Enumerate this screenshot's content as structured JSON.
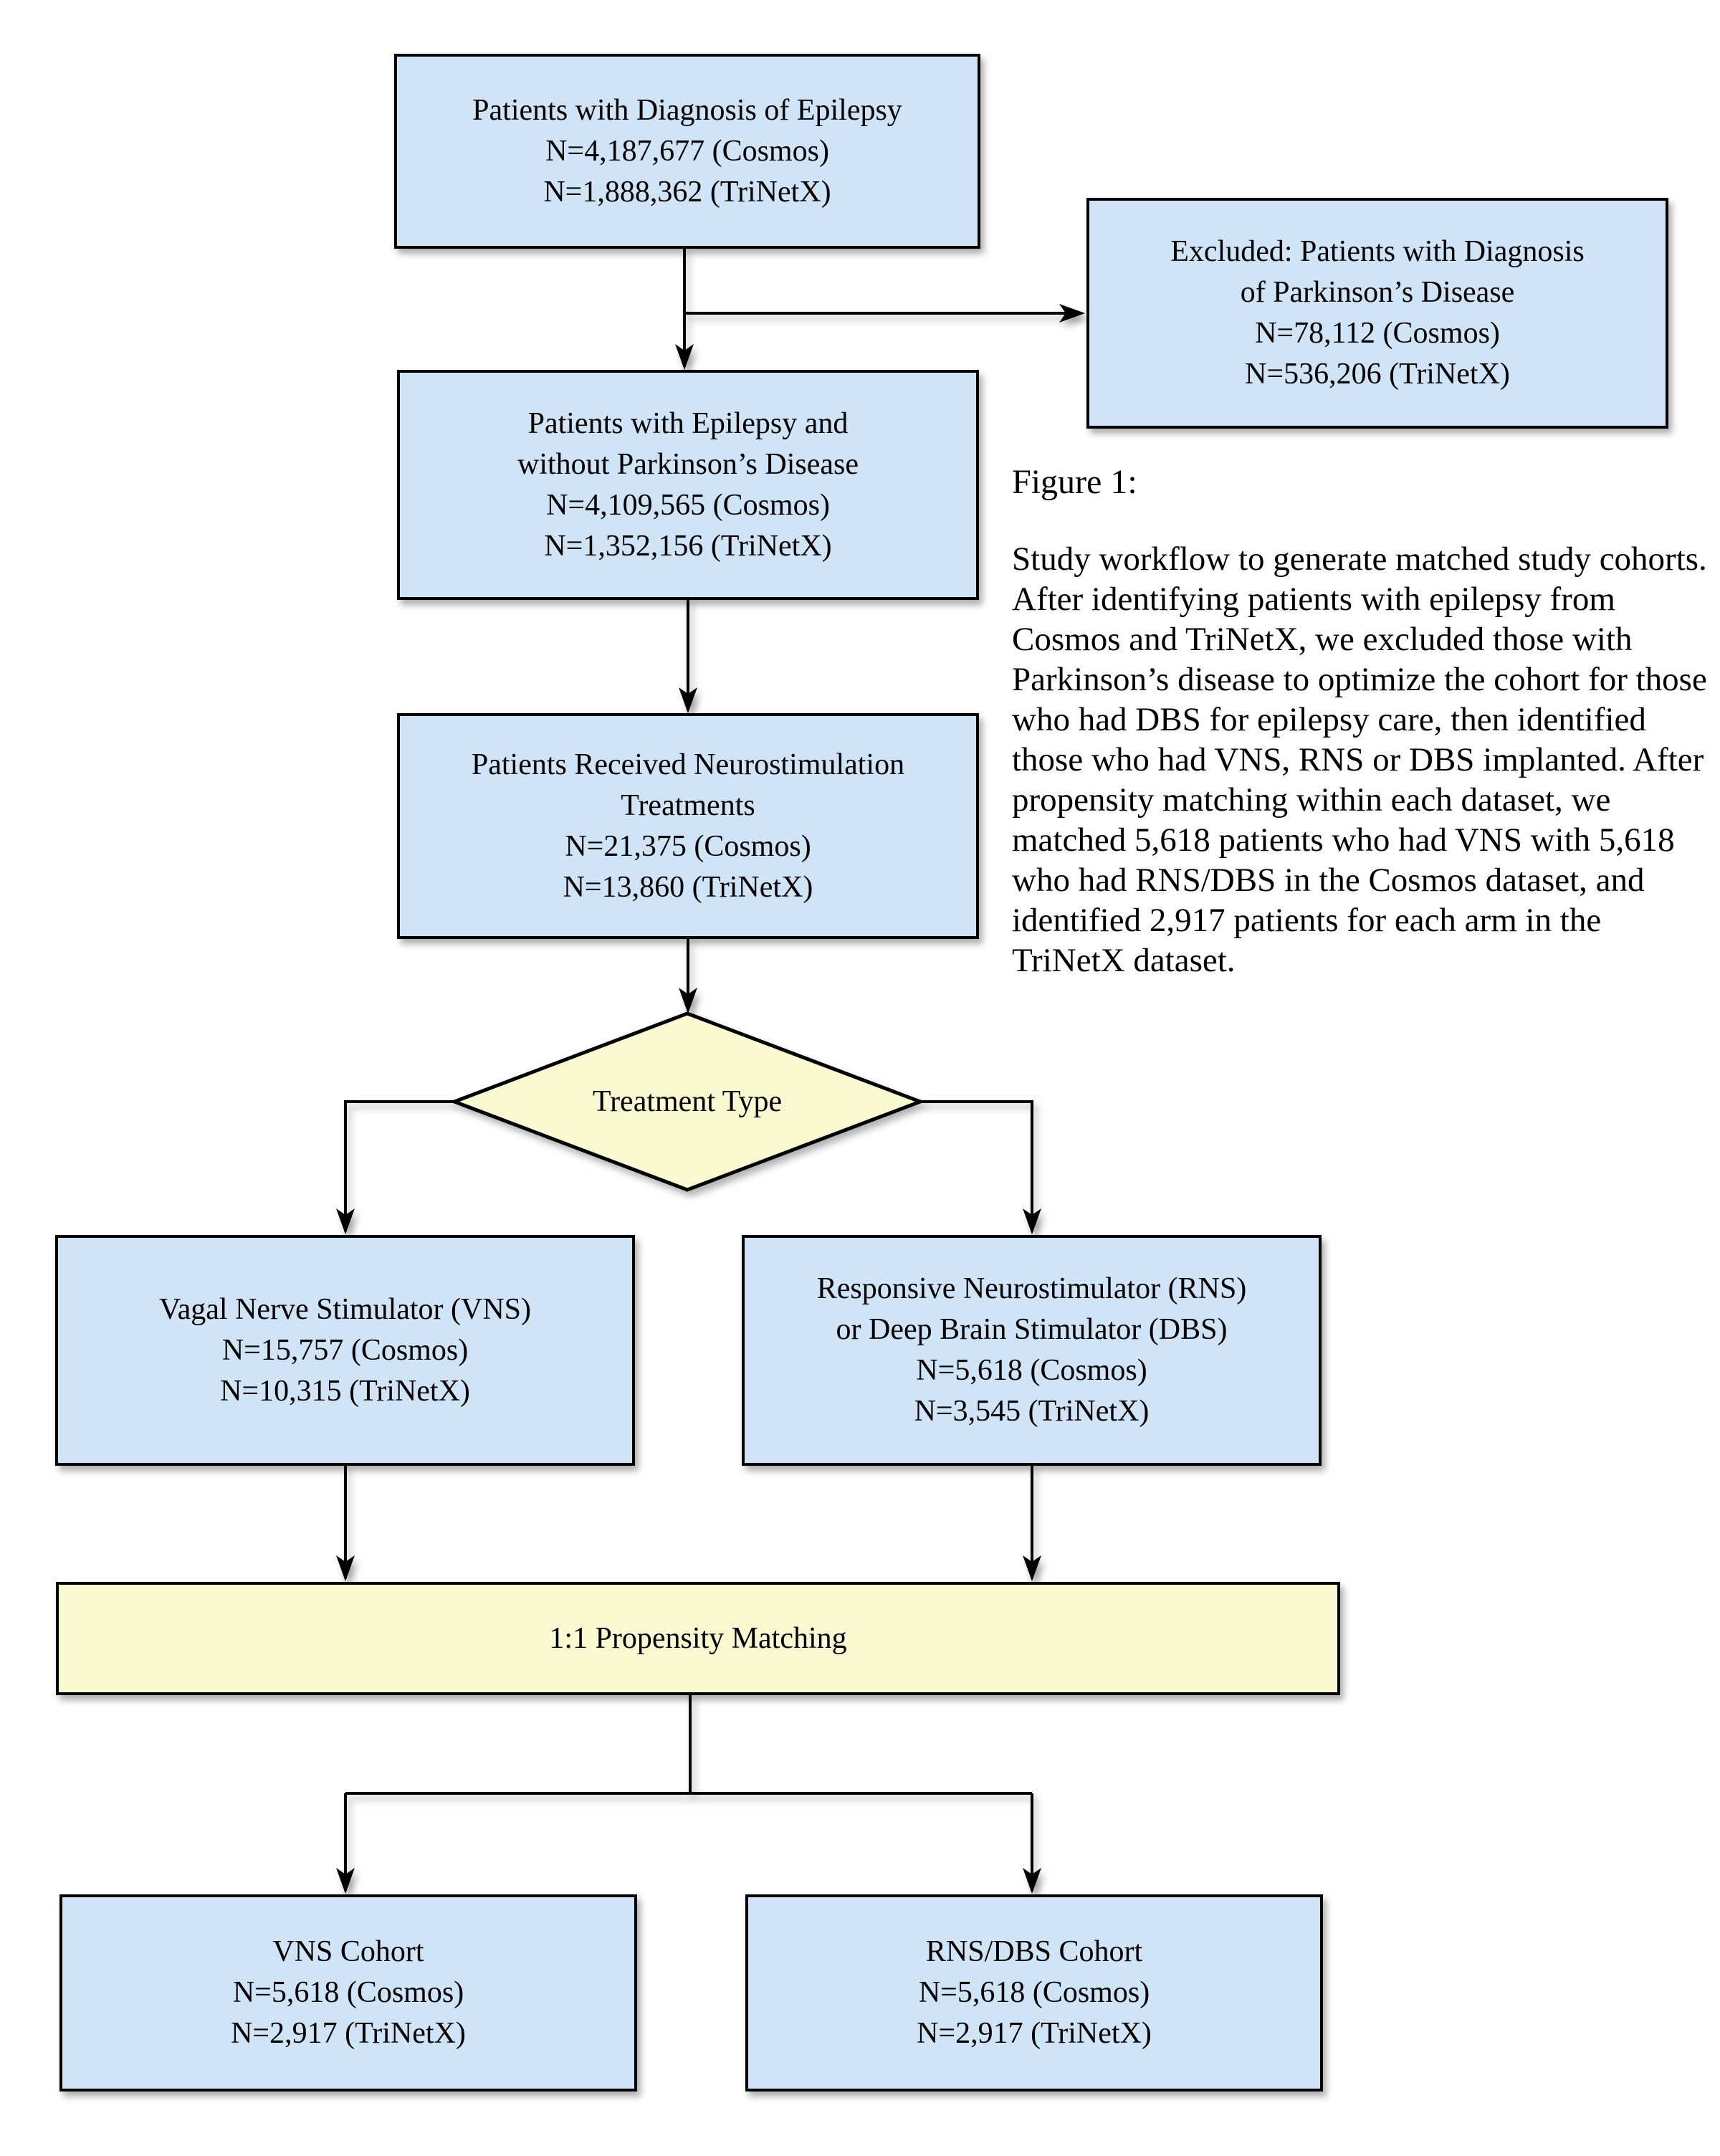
{
  "figure": {
    "label": "Figure 1:",
    "caption": "Study workflow to generate matched study cohorts. After identifying patients with epilepsy from Cosmos and TriNetX, we excluded those with Parkinson’s disease to optimize the cohort for those who had DBS for epilepsy care, then identified those who had VNS, RNS or DBS implanted. After propensity matching within each dataset, we matched 5,618 patients who had VNS with 5,618 who had RNS/DBS in the Cosmos dataset, and identified 2,917 patients for each arm in the TriNetX dataset."
  },
  "colors": {
    "box_fill": "#d0e4f7",
    "decision_fill": "#fafad2",
    "border": "#000000",
    "background": "#ffffff"
  },
  "nodes": {
    "epilepsy": {
      "type": "process",
      "lines": [
        "Patients with Diagnosis of Epilepsy",
        "N=4,187,677 (Cosmos)",
        "N=1,888,362 (TriNetX)"
      ]
    },
    "excluded": {
      "type": "process",
      "lines": [
        "Excluded: Patients with Diagnosis",
        "of Parkinson’s Disease",
        "N=78,112 (Cosmos)",
        "N=536,206 (TriNetX)"
      ]
    },
    "no_parkinsons": {
      "type": "process",
      "lines": [
        "Patients with Epilepsy and",
        "without Parkinson’s Disease",
        "N=4,109,565 (Cosmos)",
        "N=1,352,156 (TriNetX)"
      ]
    },
    "neurostim": {
      "type": "process",
      "lines": [
        "Patients Received Neurostimulation",
        "Treatments",
        "N=21,375 (Cosmos)",
        "N=13,860 (TriNetX)"
      ]
    },
    "treatment_type": {
      "type": "decision",
      "label": "Treatment Type"
    },
    "vns": {
      "type": "process",
      "lines": [
        "Vagal Nerve Stimulator (VNS)",
        "N=15,757 (Cosmos)",
        "N=10,315 (TriNetX)"
      ]
    },
    "rns_dbs": {
      "type": "process",
      "lines": [
        "Responsive Neurostimulator (RNS)",
        "or Deep Brain Stimulator (DBS)",
        "N=5,618 (Cosmos)",
        "N=3,545 (TriNetX)"
      ]
    },
    "matching": {
      "type": "process",
      "label": "1:1 Propensity Matching"
    },
    "vns_cohort": {
      "type": "process",
      "lines": [
        "VNS Cohort",
        "N=5,618 (Cosmos)",
        "N=2,917 (TriNetX)"
      ]
    },
    "rns_dbs_cohort": {
      "type": "process",
      "lines": [
        "RNS/DBS Cohort",
        "N=5,618 (Cosmos)",
        "N=2,917 (TriNetX)"
      ]
    }
  }
}
